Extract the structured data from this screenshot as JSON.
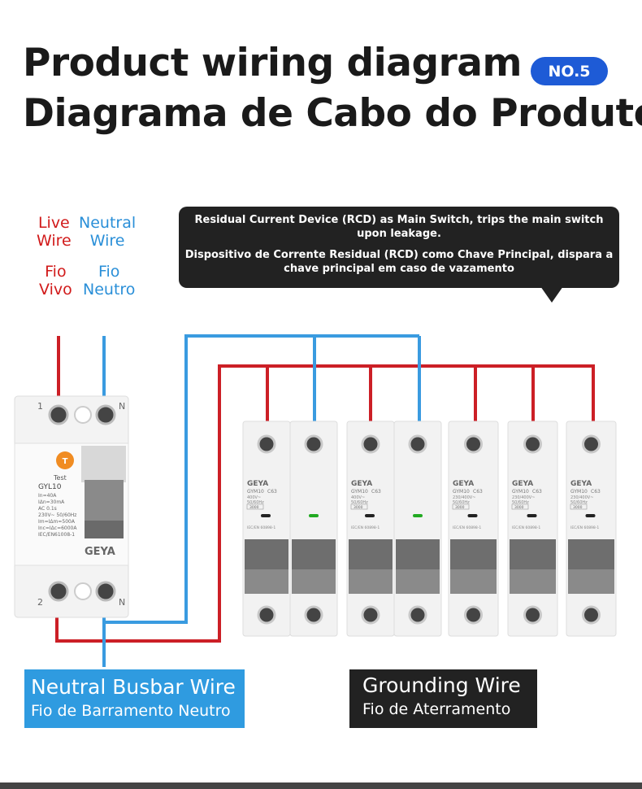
{
  "header": {
    "title_en": "Product wiring diagram",
    "title_pt": "Diagrama de Cabo do Produto",
    "badge": "NO.5"
  },
  "wire_labels": {
    "live_en_1": "Live",
    "live_en_2": "Wire",
    "neutral_en_1": "Neutral",
    "neutral_en_2": "Wire",
    "live_pt_1": "Fio",
    "live_pt_2": "Vivo",
    "neutral_pt_1": "Fio",
    "neutral_pt_2": "Neutro"
  },
  "callout": {
    "en": "Residual Current Device (RCD) as Main Switch, trips the main switch upon leakage.",
    "pt": "Dispositivo de Corrente Residual (RCD) como Chave Principal, dispara a chave principal em caso de vazamento"
  },
  "rcd": {
    "brand": "GEYA",
    "model": "GYL10",
    "test_label": "Test",
    "test_button": "T",
    "spec_lines": [
      "In=40A",
      "IΔn=30mA",
      "AC  0.1s",
      "230V~ 50/60Hz",
      "Im=IΔm=500A",
      "Inc=IΔc=6000A",
      "IEC/EN61008-1"
    ],
    "terminal_top_left": "1",
    "terminal_top_right": "N",
    "terminal_bottom_left": "2",
    "terminal_bottom_right": "N"
  },
  "breakers_2p": [
    {
      "brand": "GEYA",
      "model": "GYM10",
      "rating": "C63",
      "spec_lines": [
        "400V~",
        "50/60Hz"
      ],
      "code": "3000",
      "std": "IEC/EN 60898-1"
    },
    {
      "brand": "GEYA",
      "model": "GYM10",
      "rating": "C63",
      "spec_lines": [
        "400V~",
        "50/60Hz"
      ],
      "code": "3000",
      "std": "IEC/EN 60898-1"
    }
  ],
  "breakers_1p": [
    {
      "brand": "GEYA",
      "model": "GYM10",
      "rating": "C63",
      "spec_lines": [
        "230/400V~",
        "50/60Hz"
      ],
      "code": "3000",
      "std": "IEC/EN 60898-1"
    },
    {
      "brand": "GEYA",
      "model": "GYM10",
      "rating": "C63",
      "spec_lines": [
        "230/400V~",
        "50/60Hz"
      ],
      "code": "3000",
      "std": "IEC/EN 60898-1"
    },
    {
      "brand": "GEYA",
      "model": "GYM10",
      "rating": "C63",
      "spec_lines": [
        "230/400V~",
        "50/60Hz"
      ],
      "code": "3000",
      "std": "IEC/EN 60898-1"
    }
  ],
  "labels": {
    "neutral_busbar_en": "Neutral Busbar Wire",
    "neutral_busbar_pt": "Fio de Barramento Neutro",
    "grounding_en": "Grounding Wire",
    "grounding_pt": "Fio de Aterramento"
  },
  "colors": {
    "live": "#cc1f26",
    "neutral": "#3a9be0",
    "badge": "#1e5bd6",
    "dark": "#222222",
    "device_body": "#f2f2f2",
    "handle": "#6e6e6e"
  }
}
